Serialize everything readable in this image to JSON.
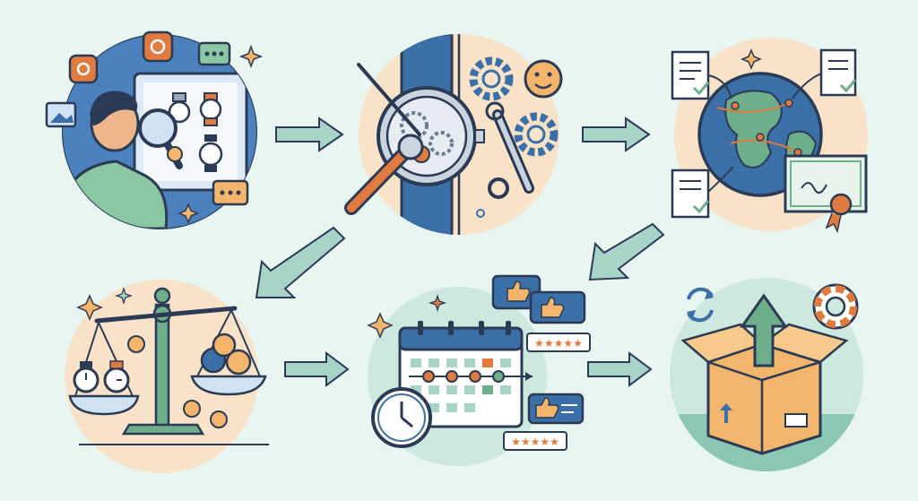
{
  "steps": [
    {
      "name": "research-online"
    },
    {
      "name": "inspect-repair"
    },
    {
      "name": "global-documents"
    },
    {
      "name": "compare-prices"
    },
    {
      "name": "schedule-reviews"
    },
    {
      "name": "ship-package"
    }
  ],
  "icons": [
    "instagram-icon",
    "chat-icon",
    "photo-icon",
    "magnifier-icon",
    "gear-icon",
    "smiley-icon",
    "wrench-icon",
    "screwdriver-icon",
    "document-icon",
    "globe-icon",
    "certificate-icon",
    "scale-icon",
    "coin-icon",
    "calendar-icon",
    "clock-icon",
    "thumbs-up-icon",
    "star-rating-icon",
    "box-icon",
    "refresh-icon",
    "lifebuoy-icon",
    "up-arrow-icon",
    "sparkle-icon"
  ],
  "colors": {
    "background": "#e9f5f1",
    "outline": "#2b3a55",
    "blue": "#3b6fa8",
    "teal_arrow": "#a8d4c8",
    "orange": "#e07a3f",
    "peach": "#f8e3c8",
    "green": "#6fae8a",
    "box": "#f2b56b"
  }
}
